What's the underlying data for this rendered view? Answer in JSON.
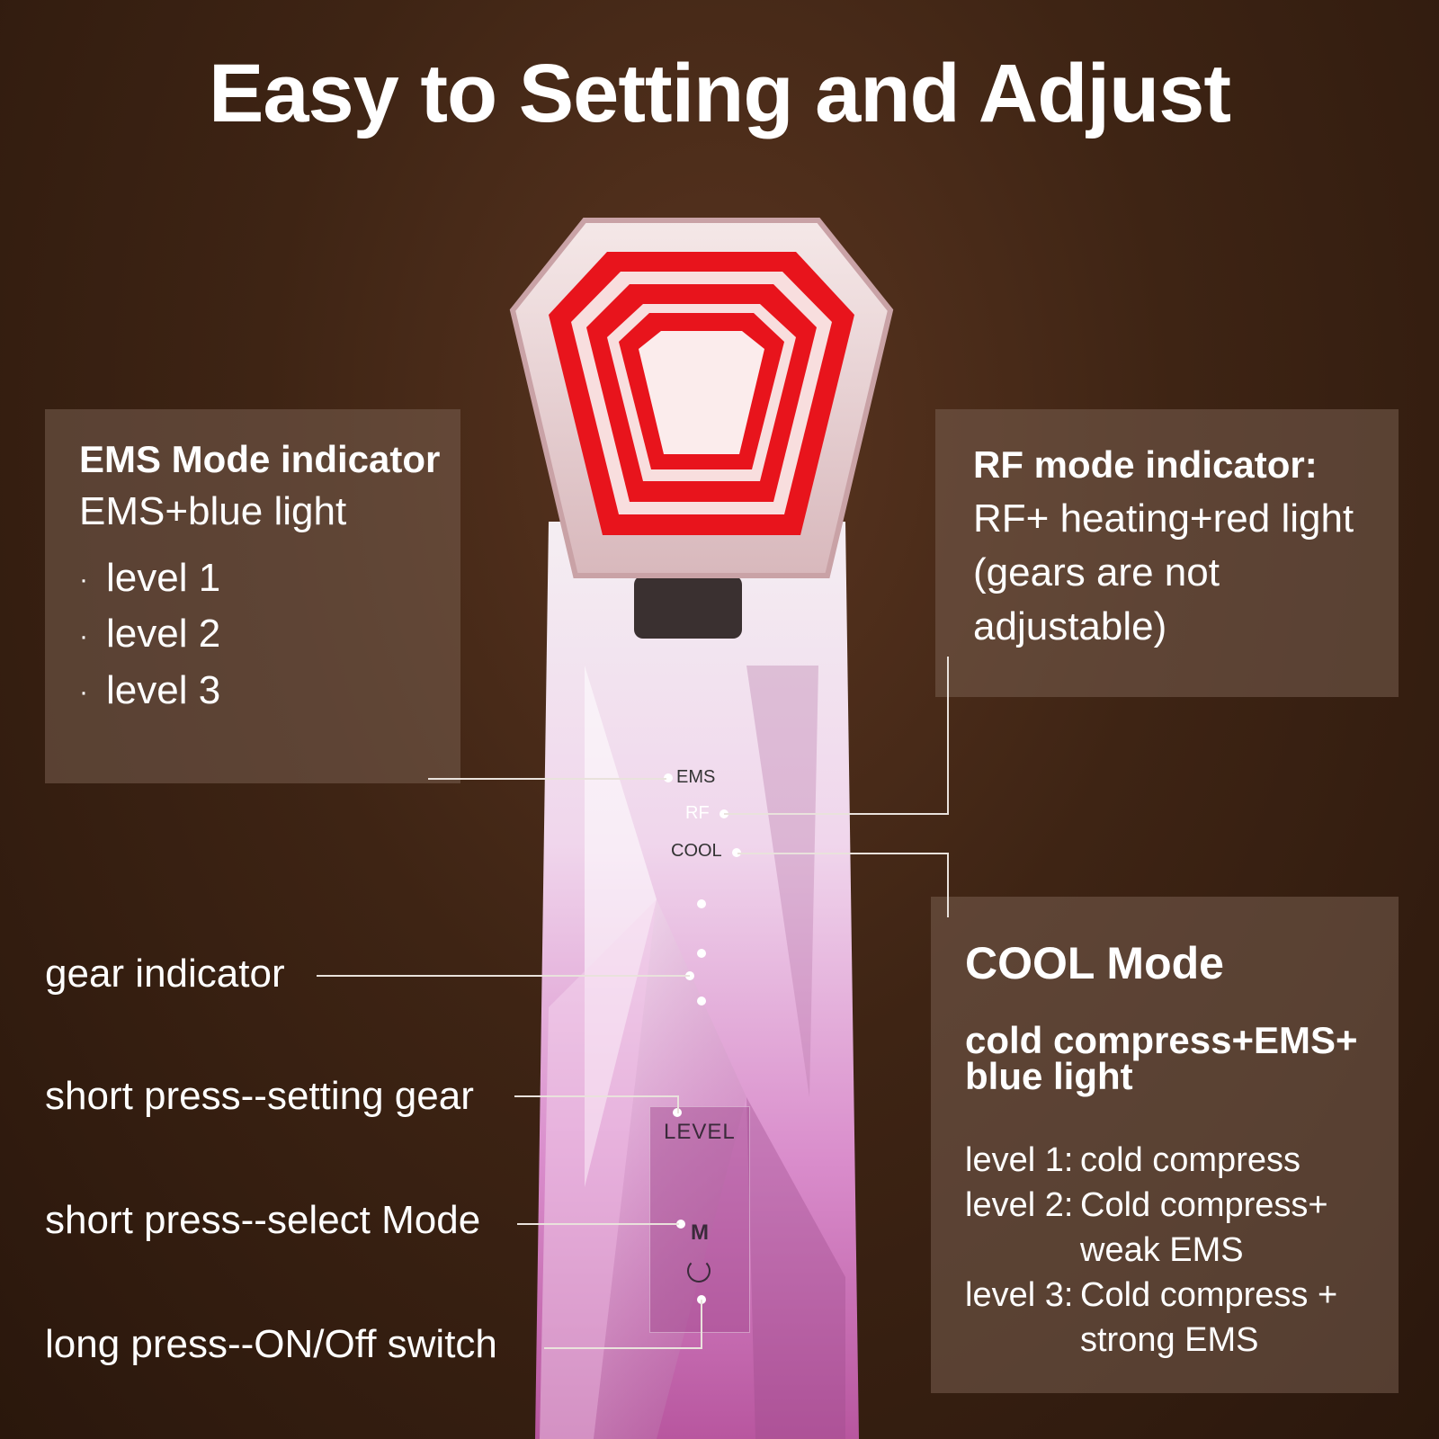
{
  "title": "Easy to Setting and Adjust",
  "ems_panel": {
    "heading": "EMS Mode indicator",
    "subtitle": "EMS+blue light",
    "levels": [
      "level 1",
      "level 2",
      "level 3"
    ]
  },
  "rf_panel": {
    "heading": "RF mode indicator:",
    "body": "RF+ heating+red light (gears are not adjustable)"
  },
  "cool_panel": {
    "heading": "COOL Mode",
    "subtitle": "cold compress+EMS+ blue light",
    "levels": [
      {
        "key": "level 1:",
        "value": "cold compress"
      },
      {
        "key": "level 2:",
        "value": "Cold compress+ weak EMS"
      },
      {
        "key": "level 3:",
        "value": "Cold compress + strong EMS"
      }
    ]
  },
  "callouts": {
    "gear_indicator": "gear indicator",
    "setting_gear": "short press--setting gear",
    "select_mode": "short press--select Mode",
    "on_off": "long press--ON/Off switch"
  },
  "device": {
    "ems_label": "EMS",
    "rf_label": "RF",
    "cool_label": "COOL",
    "level_button": "LEVEL",
    "mode_button": "M"
  },
  "colors": {
    "background": "#3e2414",
    "red_light": "#e8141c",
    "device_pink": "#e2a6d6"
  }
}
